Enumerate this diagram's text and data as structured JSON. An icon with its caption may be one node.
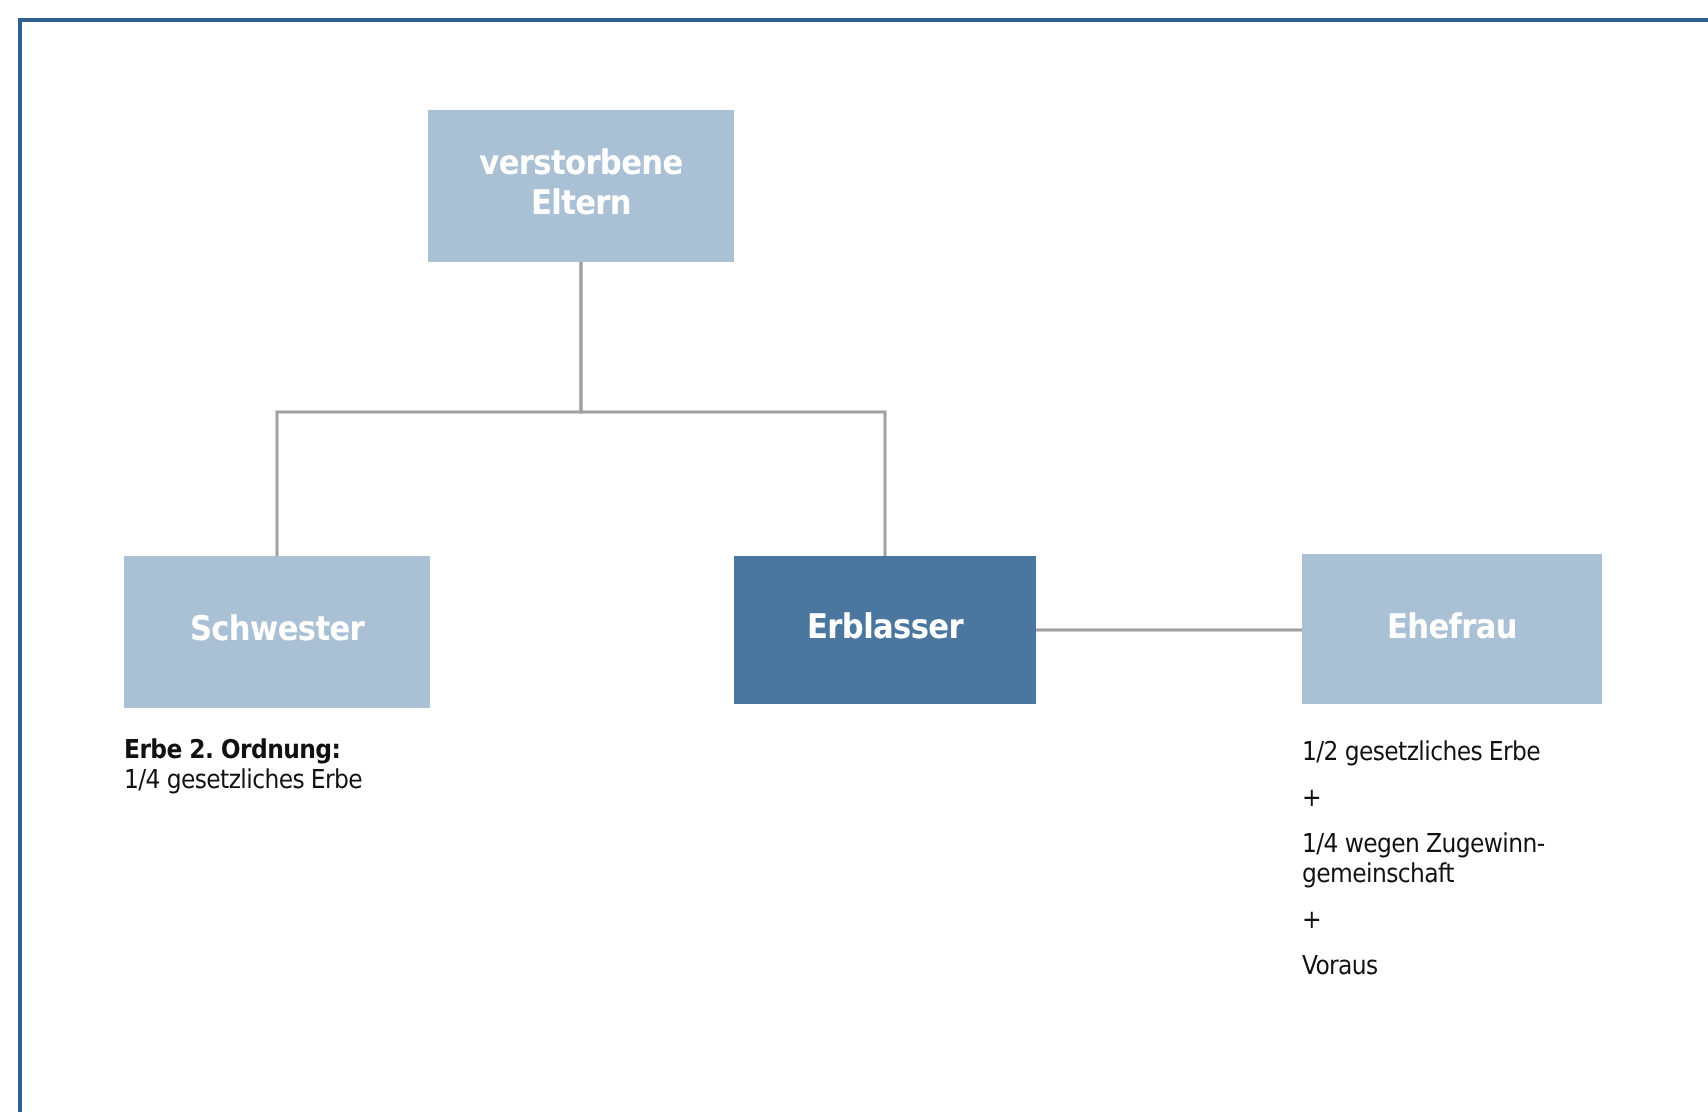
{
  "diagram": {
    "nodes": [
      {
        "text": [
          "verstorbene Eltern"
        ]
      },
      {
        "text": [
          "Schwester"
        ],
        "beside": [
          "Erbe 2. Ordnung:",
          "1/4 gesetzliches Erbe"
        ]
      },
      {
        "text": [
          "Erblasser"
        ]
      },
      {
        "text": [
          "Ehefrau"
        ],
        "beside": [
          "1/2 gesetzliches Erbe",
          "+",
          "1/4 wegen Zugewinn-gemeinschaft",
          "+",
          "Voraus"
        ]
      }
    ],
    "edges": [
      {
        "from": 0,
        "to": 1,
        "arrow": "none"
      },
      {
        "from": 0,
        "to": 2,
        "arrow": "none"
      },
      {
        "from": 2,
        "to": 3,
        "arrow": "none"
      }
    ]
  }
}
